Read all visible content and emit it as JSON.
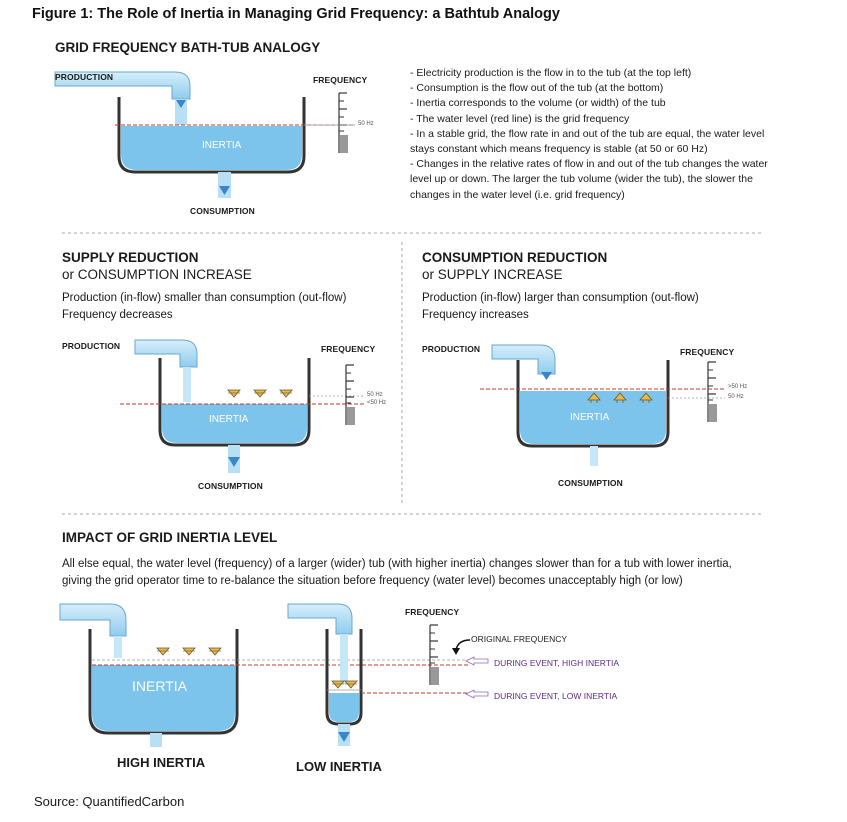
{
  "figure_title": "Figure 1: The Role of Inertia in Managing Grid Frequency: a Bathtub Analogy",
  "section1": {
    "title": "GRID FREQUENCY BATH-TUB ANALOGY",
    "production": "PRODUCTION",
    "frequency": "FREQUENCY",
    "hz50": "50 Hz",
    "inertia": "INERTIA",
    "consumption": "CONSUMPTION",
    "bullets": [
      "- Electricity production is the flow in to the tub (at the top left)",
      "- Consumption is the flow out of the tub (at the bottom)",
      "- Inertia corresponds to the volume (or width) of the tub",
      "- The water level (red line) is the grid frequency",
      "- In a stable grid, the flow rate in and out of the tub are equal, the water level stays constant which means frequency is stable (at 50 or 60 Hz)",
      "- Changes in the relative rates of flow in and out of the tub changes the water level up or down. The larger the tub volume (wider the tub), the slower the  changes in the water level (i.e. grid frequency)"
    ]
  },
  "section2": {
    "title": "SUPPLY REDUCTION",
    "subtitle": "or CONSUMPTION INCREASE",
    "desc1": "Production (in-flow) smaller than consumption (out-flow)",
    "desc2": "Frequency decreases",
    "production": "PRODUCTION",
    "frequency": "FREQUENCY",
    "hz50": "50 Hz",
    "hz_low": "<50 Hz",
    "inertia": "INERTIA",
    "consumption": "CONSUMPTION"
  },
  "section3": {
    "title": "CONSUMPTION REDUCTION",
    "subtitle": "or SUPPLY INCREASE",
    "desc1": "Production (in-flow) larger than consumption (out-flow)",
    "desc2": "Frequency increases",
    "production": "PRODUCTION",
    "frequency": "FREQUENCY",
    "hz_high": ">50 Hz",
    "hz50": "50 Hz",
    "inertia": "INERTIA",
    "consumption": "CONSUMPTION"
  },
  "section4": {
    "title": "IMPACT OF GRID INERTIA LEVEL",
    "para": "All else equal, the water level (frequency) of a larger (wider) tub (with higher inertia) changes slower than for a tub with lower inertia, giving the grid operator time to re-balance the situation before frequency (water level) becomes unacceptably high (or low)",
    "inertia": "INERTIA",
    "high_inertia": "HIGH INERTIA",
    "low_inertia": "LOW INERTIA",
    "frequency": "FREQUENCY",
    "original_frequency": "ORIGINAL FREQUENCY",
    "during_high": "DURING EVENT, HIGH INERTIA",
    "during_low": "DURING EVENT, LOW INERTIA"
  },
  "source": "Source: QuantifiedCarbon",
  "colors": {
    "water": "#7cc4ec",
    "flow": "#a6d8f2",
    "tub": "#333333",
    "redline": "#c0392b",
    "arrow": "#e8b84b",
    "purple": "#5a2d8c"
  }
}
